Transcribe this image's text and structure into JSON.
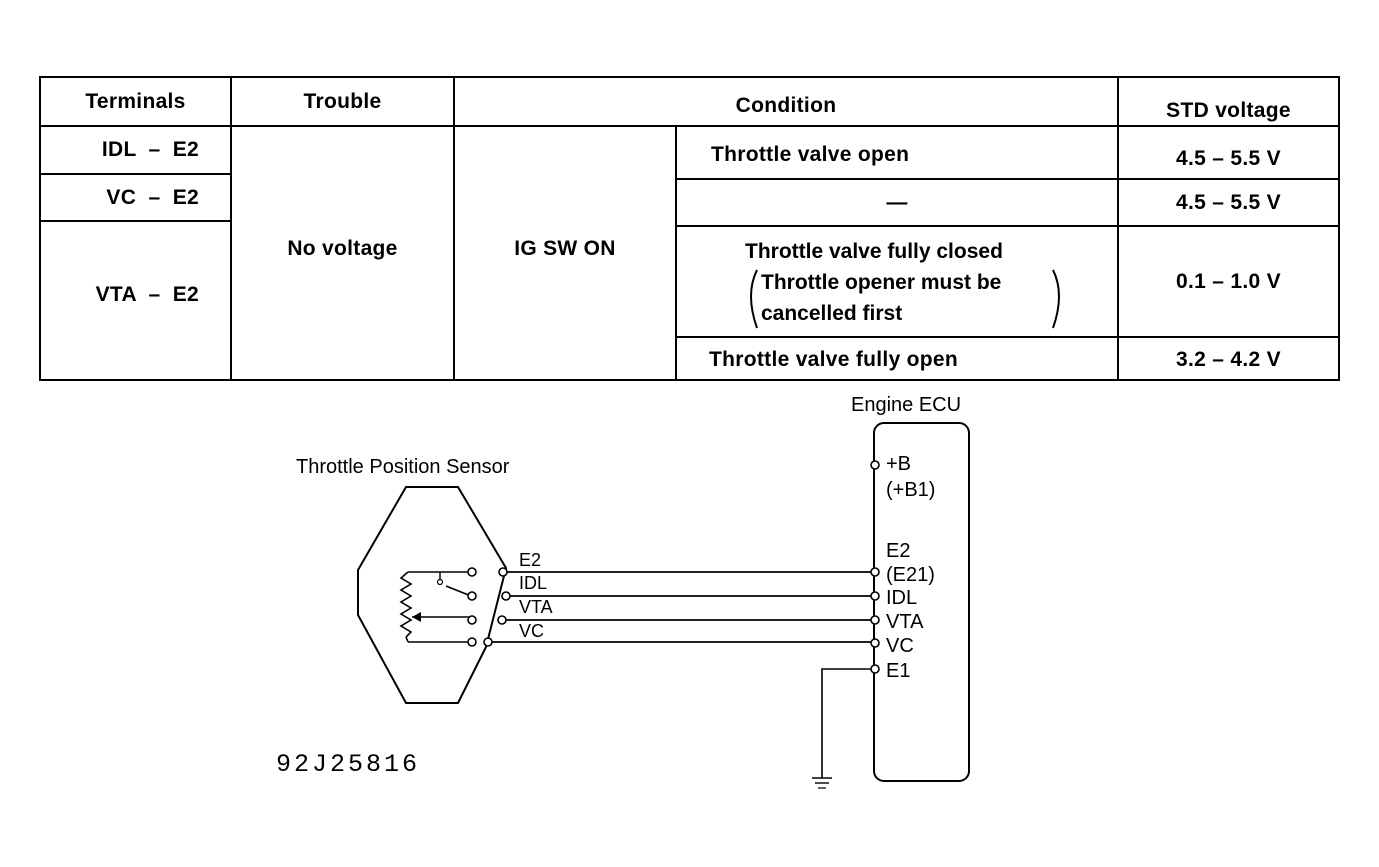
{
  "table": {
    "headers": {
      "terminals": "Terminals",
      "trouble": "Trouble",
      "condition": "Condition",
      "std_voltage": "STD voltage"
    },
    "terminals": [
      "IDL  –  E2",
      "VC  –  E2",
      "VTA  –  E2"
    ],
    "trouble": "No voltage",
    "condition_main": "IG SW ON",
    "rows": [
      {
        "condition": "Throttle valve open",
        "voltage": "4.5 – 5.5 V"
      },
      {
        "condition": "—",
        "voltage": "4.5 – 5.5 V"
      },
      {
        "condition_line1": "Throttle valve fully closed",
        "condition_line2": "Throttle opener must be",
        "condition_line3": "cancelled first",
        "voltage": "0.1 – 1.0 V"
      },
      {
        "condition": "Throttle valve fully open",
        "voltage": "3.2 – 4.2 V"
      }
    ]
  },
  "diagram": {
    "sensor_title": "Throttle Position Sensor",
    "ecu_title": "Engine ECU",
    "wire_labels": [
      "E2",
      "IDL",
      "VTA",
      "VC"
    ],
    "ecu_terminals": {
      "b": "+B",
      "b1": "(+B1)",
      "e2": "E2",
      "e21": "(E21)",
      "idl": "IDL",
      "vta": "VTA",
      "vc": "VC",
      "e1": "E1"
    },
    "figure_code": "92J25816"
  }
}
